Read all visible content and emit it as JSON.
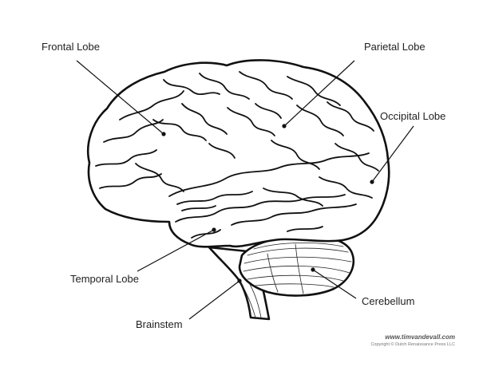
{
  "labels": {
    "frontal": "Frontal Lobe",
    "parietal": "Parietal Lobe",
    "occipital": "Occipital Lobe",
    "temporal": "Temporal Lobe",
    "brainstem": "Brainstem",
    "cerebellum": "Cerebellum"
  },
  "footer": {
    "site": "www.timvandevall.com",
    "copyright": "Copyright © Dutch Renaissance Press LLC"
  }
}
